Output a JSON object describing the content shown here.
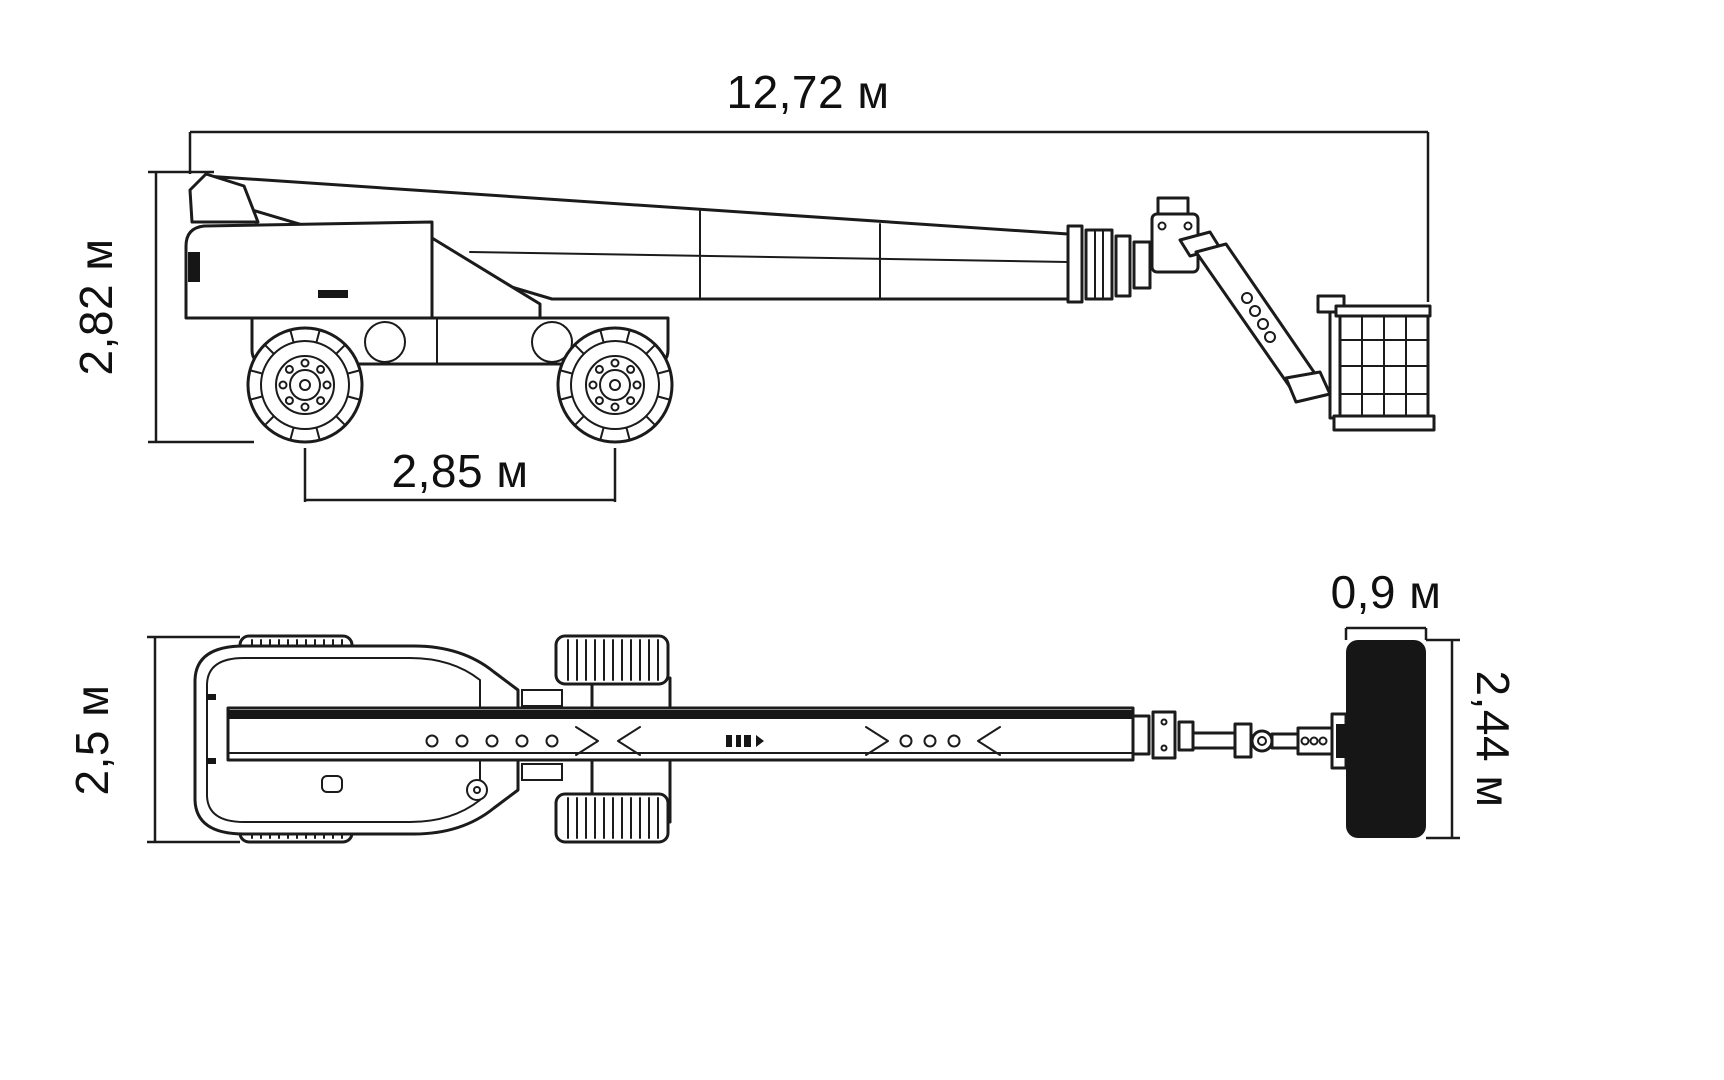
{
  "labels": {
    "side_view": {
      "overall_length": "12,72 м",
      "overall_height": "2,82 м",
      "wheelbase": "2,85 м"
    },
    "top_view": {
      "overall_width": "2,5 м",
      "platform_width": "0,9 м",
      "platform_length": "2,44 м"
    }
  },
  "colors": {
    "line": "#1b1b1b",
    "platform_fill": "#161616",
    "background": "#ffffff"
  }
}
